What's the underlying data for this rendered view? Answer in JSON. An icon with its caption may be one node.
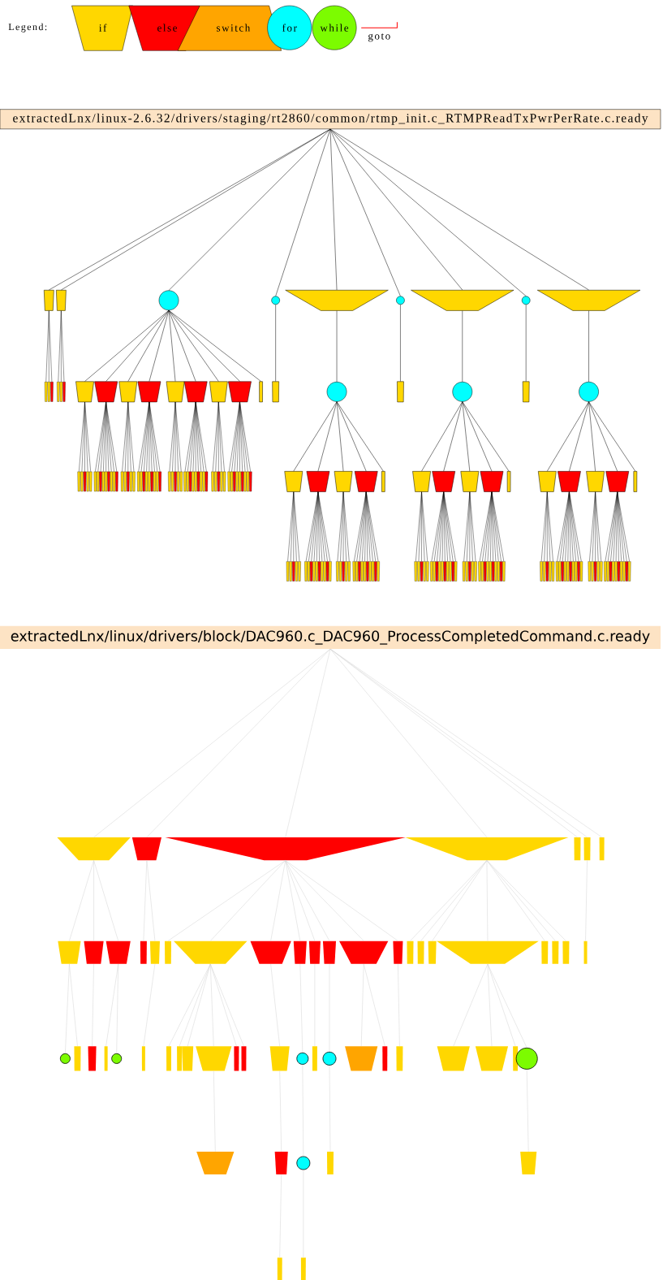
{
  "diagram": {
    "nodes": [
      {
        "text": [
          "extractedLnx/linux-2.6.32/drivers/staging/rt2860/common/rtmp_init.c_RTMPReadTxPwrPerRate.c.ready"
        ]
      },
      {
        "text": [],
        "shape": "trapezoid"
      },
      {
        "text": [],
        "shape": "trapezoid"
      },
      {
        "text": [],
        "shape": "circle"
      },
      {
        "text": [],
        "shape": "circle"
      },
      {
        "text": [],
        "shape": "trapezoid"
      },
      {
        "text": [],
        "shape": "circle"
      },
      {
        "text": [],
        "shape": "trapezoid"
      },
      {
        "text": [],
        "shape": "circle"
      },
      {
        "text": [],
        "shape": "trapezoid"
      },
      {
        "text": [],
        "shape": "trapezoid"
      },
      {
        "text": [],
        "shape": "trapezoid"
      },
      {
        "text": [],
        "shape": "trapezoid"
      },
      {
        "text": [],
        "shape": "trapezoid"
      },
      {
        "text": [],
        "shape": "trapezoid"
      },
      {
        "text": [],
        "shape": "trapezoid"
      },
      {
        "text": [],
        "shape": "trapezoid"
      },
      {
        "text": [],
        "shape": "trapezoid"
      },
      {
        "text": [],
        "shape": "trapezoid"
      },
      {
        "text": [],
        "shape": "trapezoid"
      },
      {
        "text": [],
        "shape": "circle"
      },
      {
        "text": [],
        "shape": "trapezoid"
      },
      {
        "text": [],
        "shape": "circle"
      },
      {
        "text": [],
        "shape": "trapezoid"
      },
      {
        "text": [],
        "shape": "circle"
      },
      {
        "text": [],
        "shape": "trapezoid"
      },
      {
        "text": [],
        "shape": "trapezoid"
      },
      {
        "text": [],
        "shape": "trapezoid"
      },
      {
        "text": [],
        "shape": "trapezoid"
      },
      {
        "text": [],
        "shape": "trapezoid"
      },
      {
        "text": [],
        "shape": "trapezoid"
      },
      {
        "text": [],
        "shape": "trapezoid"
      },
      {
        "text": [],
        "shape": "trapezoid"
      },
      {
        "text": [],
        "shape": "trapezoid"
      },
      {
        "text": [],
        "shape": "trapezoid"
      },
      {
        "text": [],
        "shape": "trapezoid"
      },
      {
        "text": [],
        "shape": "trapezoid"
      },
      {
        "text": [],
        "shape": "trapezoid"
      },
      {
        "text": [],
        "shape": "trapezoid"
      },
      {
        "text": [],
        "shape": "trapezoid"
      },
      {
        "text": [
          "extractedLnx/linux/drivers/block/DAC960.c_DAC960_ProcessCompletedCommand.c.ready"
        ]
      },
      {
        "text": [],
        "shape": "trapezoid"
      },
      {
        "text": [],
        "shape": "trapezoid"
      },
      {
        "text": [],
        "shape": "trapezoid"
      },
      {
        "text": [],
        "shape": "trapezoid"
      },
      {
        "text": [],
        "shape": "trapezoid"
      },
      {
        "text": [],
        "shape": "trapezoid"
      },
      {
        "text": [],
        "shape": "trapezoid"
      },
      {
        "text": [],
        "shape": "trapezoid"
      },
      {
        "text": [],
        "shape": "trapezoid"
      },
      {
        "text": [],
        "shape": "trapezoid"
      },
      {
        "text": [],
        "shape": "trapezoid"
      },
      {
        "text": [],
        "shape": "trapezoid"
      },
      {
        "text": [],
        "shape": "trapezoid"
      },
      {
        "text": [],
        "shape": "trapezoid"
      },
      {
        "text": [],
        "shape": "trapezoid"
      },
      {
        "text": [],
        "shape": "trapezoid"
      },
      {
        "text": [],
        "shape": "trapezoid"
      },
      {
        "text": [],
        "shape": "trapezoid"
      },
      {
        "text": [],
        "shape": "trapezoid"
      },
      {
        "text": [],
        "shape": "trapezoid"
      },
      {
        "text": [],
        "shape": "trapezoid"
      },
      {
        "text": [],
        "shape": "trapezoid"
      },
      {
        "text": [],
        "shape": "trapezoid"
      },
      {
        "text": [],
        "shape": "trapezoid"
      },
      {
        "text": [],
        "shape": "trapezoid"
      },
      {
        "text": [],
        "shape": "trapezoid"
      },
      {
        "text": [],
        "shape": "trapezoid"
      },
      {
        "text": [],
        "shape": "trapezoid"
      },
      {
        "text": [],
        "shape": "circle"
      },
      {
        "text": [],
        "shape": "trapezoid"
      },
      {
        "text": [],
        "shape": "trapezoid"
      },
      {
        "text": [],
        "shape": "trapezoid"
      },
      {
        "text": [],
        "shape": "circle"
      },
      {
        "text": [],
        "shape": "trapezoid"
      },
      {
        "text": [],
        "shape": "trapezoid"
      },
      {
        "text": [],
        "shape": "trapezoid"
      },
      {
        "text": [],
        "shape": "trapezoid"
      },
      {
        "text": [],
        "shape": "trapezoid"
      },
      {
        "text": [],
        "shape": "trapezoid"
      },
      {
        "text": [],
        "shape": "trapezoid"
      },
      {
        "text": [],
        "shape": "trapezoid"
      },
      {
        "text": [],
        "shape": "circle"
      },
      {
        "text": [],
        "shape": "trapezoid"
      },
      {
        "text": [],
        "shape": "circle"
      },
      {
        "text": [],
        "shape": "trapezoid"
      },
      {
        "text": [],
        "shape": "trapezoid"
      },
      {
        "text": [],
        "shape": "trapezoid"
      },
      {
        "text": [],
        "shape": "trapezoid"
      },
      {
        "text": [],
        "shape": "trapezoid"
      },
      {
        "text": [],
        "shape": "trapezoid"
      },
      {
        "text": [],
        "shape": "circle"
      },
      {
        "text": [],
        "shape": "trapezoid"
      },
      {
        "text": [],
        "shape": "trapezoid"
      },
      {
        "text": [],
        "shape": "circle"
      },
      {
        "text": [],
        "shape": "trapezoid"
      },
      {
        "text": [],
        "shape": "trapezoid"
      },
      {
        "text": [],
        "shape": "trapezoid"
      },
      {
        "text": [],
        "shape": "trapezoid"
      }
    ],
    "edges": [
      {
        "from": 0,
        "to": 1,
        "arrow": "none",
        "color": "#000000"
      },
      {
        "from": 0,
        "to": 2,
        "arrow": "none",
        "color": "#000000"
      },
      {
        "from": 0,
        "to": 3,
        "arrow": "none",
        "color": "#000000"
      },
      {
        "from": 0,
        "to": 4,
        "arrow": "none",
        "color": "#000000"
      },
      {
        "from": 0,
        "to": 5,
        "arrow": "none",
        "color": "#000000"
      },
      {
        "from": 0,
        "to": 6,
        "arrow": "none",
        "color": "#000000"
      },
      {
        "from": 0,
        "to": 7,
        "arrow": "none",
        "color": "#000000"
      },
      {
        "from": 0,
        "to": 8,
        "arrow": "none",
        "color": "#000000"
      },
      {
        "from": 0,
        "to": 9,
        "arrow": "none",
        "color": "#000000"
      },
      {
        "from": 3,
        "to": 10,
        "arrow": "none",
        "color": "#000000"
      },
      {
        "from": 3,
        "to": 11,
        "arrow": "none",
        "color": "#000000"
      },
      {
        "from": 3,
        "to": 12,
        "arrow": "none",
        "color": "#000000"
      },
      {
        "from": 3,
        "to": 13,
        "arrow": "none",
        "color": "#000000"
      },
      {
        "from": 3,
        "to": 14,
        "arrow": "none",
        "color": "#000000"
      },
      {
        "from": 3,
        "to": 15,
        "arrow": "none",
        "color": "#000000"
      },
      {
        "from": 3,
        "to": 16,
        "arrow": "none",
        "color": "#000000"
      },
      {
        "from": 3,
        "to": 17,
        "arrow": "none",
        "color": "#000000"
      },
      {
        "from": 3,
        "to": 18,
        "arrow": "none",
        "color": "#000000"
      },
      {
        "from": 4,
        "to": 19,
        "arrow": "none",
        "color": "#000000"
      },
      {
        "from": 5,
        "to": 20,
        "arrow": "none",
        "color": "#000000"
      },
      {
        "from": 6,
        "to": 21,
        "arrow": "none",
        "color": "#000000"
      },
      {
        "from": 7,
        "to": 22,
        "arrow": "none",
        "color": "#000000"
      },
      {
        "from": 8,
        "to": 23,
        "arrow": "none",
        "color": "#000000"
      },
      {
        "from": 9,
        "to": 24,
        "arrow": "none",
        "color": "#000000"
      },
      {
        "from": 20,
        "to": 25,
        "arrow": "none",
        "color": "#000000"
      },
      {
        "from": 20,
        "to": 26,
        "arrow": "none",
        "color": "#000000"
      },
      {
        "from": 20,
        "to": 27,
        "arrow": "none",
        "color": "#000000"
      },
      {
        "from": 20,
        "to": 28,
        "arrow": "none",
        "color": "#000000"
      },
      {
        "from": 20,
        "to": 29,
        "arrow": "none",
        "color": "#000000"
      },
      {
        "from": 22,
        "to": 30,
        "arrow": "none",
        "color": "#000000"
      },
      {
        "from": 22,
        "to": 31,
        "arrow": "none",
        "color": "#000000"
      },
      {
        "from": 22,
        "to": 32,
        "arrow": "none",
        "color": "#000000"
      },
      {
        "from": 22,
        "to": 33,
        "arrow": "none",
        "color": "#000000"
      },
      {
        "from": 22,
        "to": 34,
        "arrow": "none",
        "color": "#000000"
      },
      {
        "from": 24,
        "to": 35,
        "arrow": "none",
        "color": "#000000"
      },
      {
        "from": 24,
        "to": 36,
        "arrow": "none",
        "color": "#000000"
      },
      {
        "from": 24,
        "to": 37,
        "arrow": "none",
        "color": "#000000"
      },
      {
        "from": 24,
        "to": 38,
        "arrow": "none",
        "color": "#000000"
      },
      {
        "from": 24,
        "to": 39,
        "arrow": "none",
        "color": "#000000"
      },
      {
        "from": 40,
        "to": 41,
        "arrow": "none"
      },
      {
        "from": 40,
        "to": 42,
        "arrow": "none"
      },
      {
        "from": 40,
        "to": 43,
        "arrow": "none"
      },
      {
        "from": 40,
        "to": 44,
        "arrow": "none"
      },
      {
        "from": 40,
        "to": 45,
        "arrow": "none"
      },
      {
        "from": 40,
        "to": 46,
        "arrow": "none"
      },
      {
        "from": 40,
        "to": 47,
        "arrow": "none"
      },
      {
        "from": 41,
        "to": 48,
        "arrow": "none"
      },
      {
        "from": 41,
        "to": 49,
        "arrow": "none"
      },
      {
        "from": 41,
        "to": 50,
        "arrow": "none"
      },
      {
        "from": 42,
        "to": 51,
        "arrow": "none"
      },
      {
        "from": 42,
        "to": 52,
        "arrow": "none"
      },
      {
        "from": 43,
        "to": 53,
        "arrow": "none"
      },
      {
        "from": 43,
        "to": 54,
        "arrow": "none"
      },
      {
        "from": 43,
        "to": 55,
        "arrow": "none"
      },
      {
        "from": 43,
        "to": 56,
        "arrow": "none"
      },
      {
        "from": 43,
        "to": 57,
        "arrow": "none"
      },
      {
        "from": 43,
        "to": 58,
        "arrow": "none"
      },
      {
        "from": 43,
        "to": 59,
        "arrow": "none"
      },
      {
        "from": 43,
        "to": 60,
        "arrow": "none"
      },
      {
        "from": 44,
        "to": 61,
        "arrow": "none"
      },
      {
        "from": 44,
        "to": 62,
        "arrow": "none"
      },
      {
        "from": 44,
        "to": 63,
        "arrow": "none"
      },
      {
        "from": 44,
        "to": 64,
        "arrow": "none"
      },
      {
        "from": 44,
        "to": 65,
        "arrow": "none"
      },
      {
        "from": 44,
        "to": 66,
        "arrow": "none"
      },
      {
        "from": 44,
        "to": 67,
        "arrow": "none"
      },
      {
        "from": 46,
        "to": 68,
        "arrow": "none"
      },
      {
        "from": 48,
        "to": 69,
        "arrow": "none"
      },
      {
        "from": 48,
        "to": 70,
        "arrow": "none"
      },
      {
        "from": 49,
        "to": 71,
        "arrow": "none"
      },
      {
        "from": 50,
        "to": 72,
        "arrow": "none"
      },
      {
        "from": 50,
        "to": 73,
        "arrow": "none"
      },
      {
        "from": 52,
        "to": 74,
        "arrow": "none"
      },
      {
        "from": 54,
        "to": 75,
        "arrow": "none"
      },
      {
        "from": 54,
        "to": 76,
        "arrow": "none"
      },
      {
        "from": 54,
        "to": 77,
        "arrow": "none"
      },
      {
        "from": 54,
        "to": 78,
        "arrow": "none"
      },
      {
        "from": 54,
        "to": 79,
        "arrow": "none"
      },
      {
        "from": 54,
        "to": 80,
        "arrow": "none"
      },
      {
        "from": 55,
        "to": 81,
        "arrow": "none"
      },
      {
        "from": 56,
        "to": 82,
        "arrow": "none"
      },
      {
        "from": 57,
        "to": 83,
        "arrow": "none"
      },
      {
        "from": 58,
        "to": 84,
        "arrow": "none"
      },
      {
        "from": 59,
        "to": 85,
        "arrow": "none"
      },
      {
        "from": 59,
        "to": 86,
        "arrow": "none"
      },
      {
        "from": 60,
        "to": 87,
        "arrow": "none"
      },
      {
        "from": 64,
        "to": 88,
        "arrow": "none"
      },
      {
        "from": 64,
        "to": 89,
        "arrow": "none"
      },
      {
        "from": 64,
        "to": 90,
        "arrow": "none"
      },
      {
        "from": 64,
        "to": 91,
        "arrow": "none"
      },
      {
        "from": 78,
        "to": 92,
        "arrow": "none"
      },
      {
        "from": 81,
        "to": 93,
        "arrow": "none"
      },
      {
        "from": 82,
        "to": 94,
        "arrow": "none"
      },
      {
        "from": 84,
        "to": 95,
        "arrow": "none"
      },
      {
        "from": 91,
        "to": 96,
        "arrow": "none"
      },
      {
        "from": 93,
        "to": 97,
        "arrow": "none"
      },
      {
        "from": 94,
        "to": 98,
        "arrow": "none"
      }
    ],
    "labels": [
      "Legend:"
    ],
    "legend": [
      {
        "text": "if"
      },
      {
        "text": "else"
      },
      {
        "text": "switch"
      },
      {
        "text": "for"
      },
      {
        "text": "while"
      },
      {
        "text": "goto"
      }
    ]
  }
}
